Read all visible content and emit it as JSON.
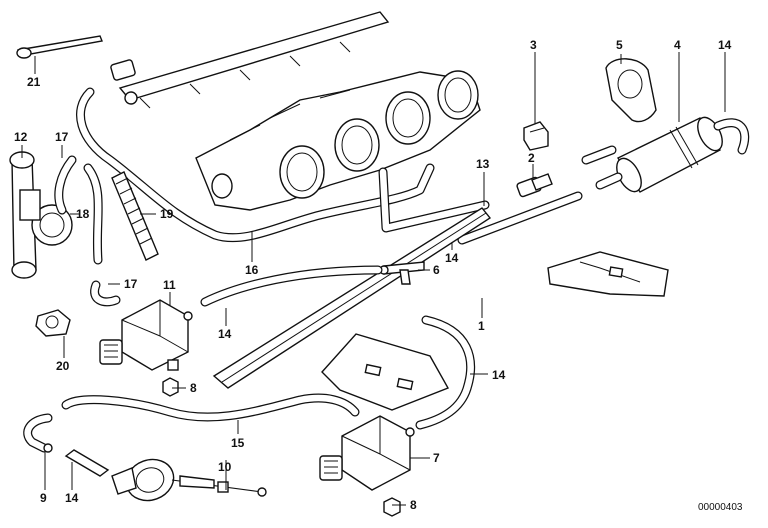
{
  "diagram": {
    "part_labels": [
      "1",
      "2",
      "3",
      "4",
      "5",
      "6",
      "7",
      "8",
      "8",
      "9",
      "10",
      "11",
      "12",
      "13",
      "14",
      "14",
      "14",
      "14",
      "14",
      "15",
      "16",
      "17",
      "17",
      "18",
      "19",
      "20",
      "21"
    ],
    "reference_code": "00000403"
  }
}
